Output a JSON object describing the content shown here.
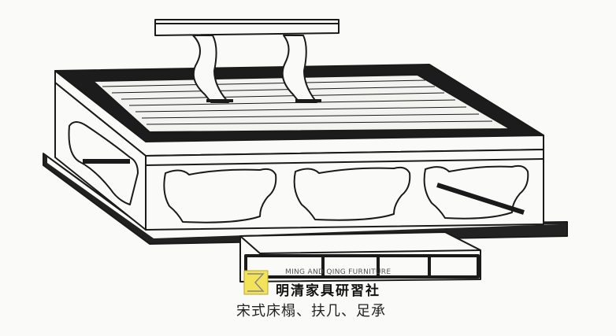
{
  "illustration": {
    "subject": "bed",
    "line_color": "#1a1a1a",
    "background": "#fafaf8"
  },
  "watermark": {
    "english": "MING AND QING FURNITURE",
    "chinese": "明清家具研習社",
    "logo_color": "#f2e35a"
  },
  "caption": "宋式床榻、扶几、足承"
}
